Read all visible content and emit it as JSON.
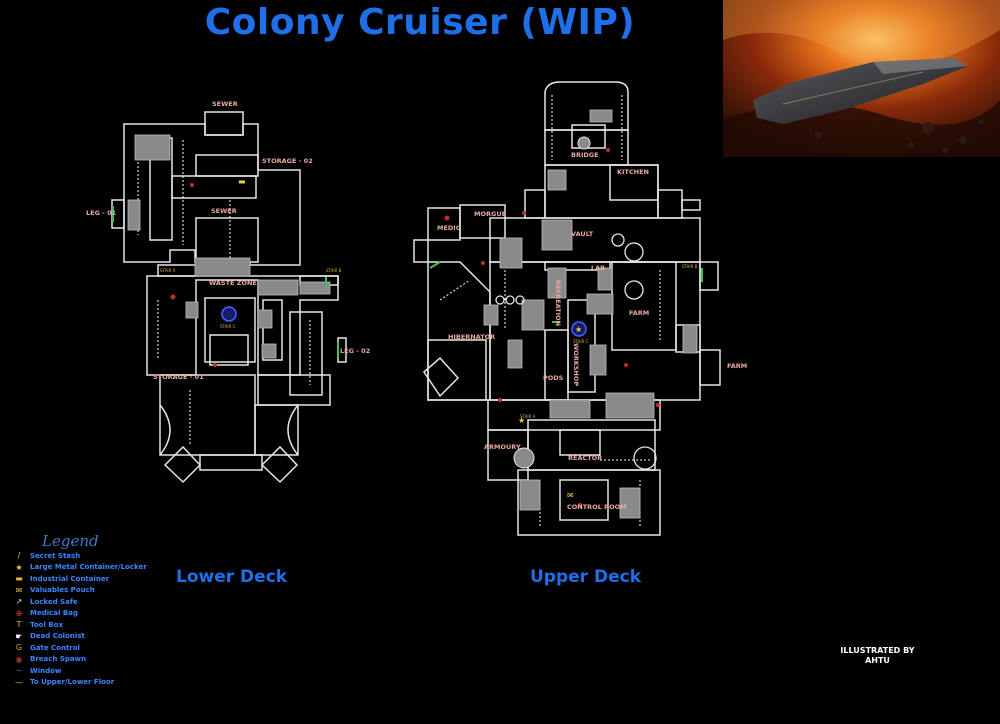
{
  "title": "Colony Cruiser (WIP)",
  "decks": {
    "lower": {
      "label": "Lower Deck",
      "rooms": [
        "SEWER",
        "STORAGE - 02",
        "LEG - 01",
        "SEWER",
        "WASTE ZONE",
        "LEG - 02",
        "STORAGE - 01"
      ],
      "stairs": [
        "STAIR A",
        "STAIR B",
        "STAIR C"
      ]
    },
    "upper": {
      "label": "Upper Deck",
      "rooms": [
        "BRIDGE",
        "KITCHEN",
        "MEDIC",
        "MORGUE",
        "VAULT",
        "LAB",
        "RECREATION",
        "FARM",
        "HIBERNATOR",
        "WORKSHOP",
        "PODS",
        "FARM",
        "ARMOURY",
        "REACTOR",
        "CONTROL ROOM"
      ],
      "stairs": [
        "STAIR B",
        "STAIR C",
        "STAIR A"
      ]
    }
  },
  "legend": {
    "title": "Legend",
    "items": [
      {
        "label": "Secret Stash",
        "icon": "secret-stash-icon",
        "glyph": "/",
        "color": "#e8d24a"
      },
      {
        "label": "Large Metal Container/Locker",
        "icon": "star-icon",
        "glyph": "★",
        "color": "#f2d231"
      },
      {
        "label": "Industrial Container",
        "icon": "industrial-container-icon",
        "glyph": "▬",
        "color": "#e8b52a"
      },
      {
        "label": "Valuables Pouch",
        "icon": "pouch-icon",
        "glyph": "✉",
        "color": "#e8c53a"
      },
      {
        "label": "Locked Safe",
        "icon": "safe-icon",
        "glyph": "↗",
        "color": "#e0e0e0"
      },
      {
        "label": "Medical Bag",
        "icon": "medical-bag-icon",
        "glyph": "⊕",
        "color": "#e23a3a"
      },
      {
        "label": "Tool Box",
        "icon": "toolbox-icon",
        "glyph": "T",
        "color": "#e8c53a"
      },
      {
        "label": "Dead Colonist",
        "icon": "dead-colonist-icon",
        "glyph": "☛",
        "color": "#ffffff"
      },
      {
        "label": "Gate Control",
        "icon": "gate-control-icon",
        "glyph": "G",
        "color": "#e8a020"
      },
      {
        "label": "Breach Spawn",
        "icon": "breach-spawn-icon",
        "glyph": "◉",
        "color": "#b03030"
      },
      {
        "label": "Window",
        "icon": "window-icon",
        "glyph": "┈",
        "color": "#9ad"
      },
      {
        "label": "To Upper/Lower Floor",
        "icon": "stairs-icon",
        "glyph": "—",
        "color": "#e8c53a"
      }
    ]
  },
  "credit": {
    "line1": "ILLUSTRATED BY",
    "line2": "AHTU"
  },
  "colors": {
    "title": "#1f6fe8",
    "wall": "#e6e6e6",
    "block": "#8a8a8a",
    "room_label": "#e8a9a0",
    "legend_text": "#3a86ff"
  }
}
